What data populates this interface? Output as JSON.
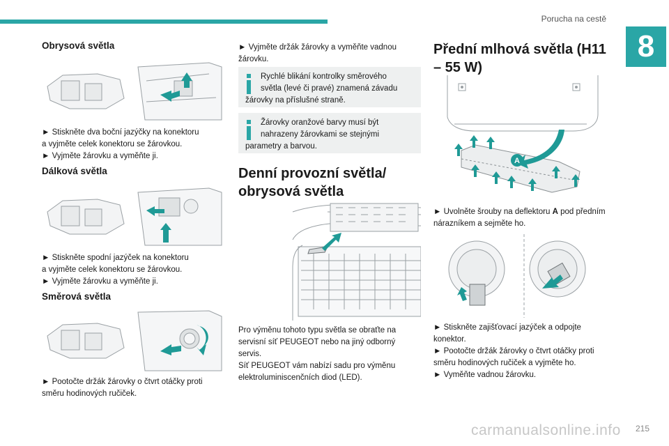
{
  "header": {
    "section": "Porucha na cestě",
    "chapter": "8"
  },
  "col1": {
    "obrys": {
      "title": "Obrysová světla",
      "lines": [
        "► Stiskněte dva boční jazýčky na konektoru",
        "a vyjměte celek konektoru se žárovkou.",
        "► Vyjměte žárovku a vyměňte ji."
      ]
    },
    "dalkova": {
      "title": "Dálková světla",
      "lines": [
        "► Stiskněte spodní jazýček na konektoru",
        "a vyjměte celek konektoru se žárovkou.",
        "► Vyjměte žárovku a vyměňte ji."
      ]
    },
    "smerova": {
      "title": "Směrová světla",
      "lines": [
        "► Pootočte držák žárovky o čtvrt otáčky proti",
        "směru hodinových ručiček."
      ]
    }
  },
  "col2": {
    "intro": [
      "► Vyjměte držák žárovky a vyměňte vadnou",
      "žárovku."
    ],
    "note1": [
      "Rychlé blikání kontrolky směrového",
      "světla (levé či pravé) znamená závadu",
      "žárovky na příslušné straně."
    ],
    "note2": [
      "Žárovky oranžové barvy musí být",
      "nahrazeny žárovkami se stejnými",
      "parametry a barvou."
    ],
    "drl_title": [
      "Denní provozní světla/",
      "obrysová světla"
    ],
    "drl_text": [
      "Pro výměnu tohoto typu světla se obraťte na",
      "servisní síť PEUGEOT nebo na jiný odborný",
      "servis.",
      "Síť PEUGEOT vám nabízí sadu pro výměnu",
      "elektroluminiscenčních diod (LED)."
    ]
  },
  "col3": {
    "fog_title": [
      "Přední mlhová světla (H11",
      "– 55 W)"
    ],
    "callout": "A",
    "deflector_pre": "► Uvolněte šrouby na deflektoru ",
    "deflector_bold": "A",
    "deflector_post": " pod předním",
    "deflector_line2": "nárazníkem a sejměte ho.",
    "steps": [
      "► Stiskněte zajišťovací jazýček a odpojte",
      "konektor.",
      "► Pootočte držák žárovky o čtvrt otáčky proti",
      "směru hodinových ručiček a vyjměte ho.",
      "► Vyměňte vadnou žárovku."
    ]
  },
  "footer": {
    "watermark": "carmanualsonline.info",
    "page": "215"
  },
  "colors": {
    "accent": "#2aa6a6",
    "arrow": "#1f9a96",
    "note_bg": "#eef0f0"
  }
}
